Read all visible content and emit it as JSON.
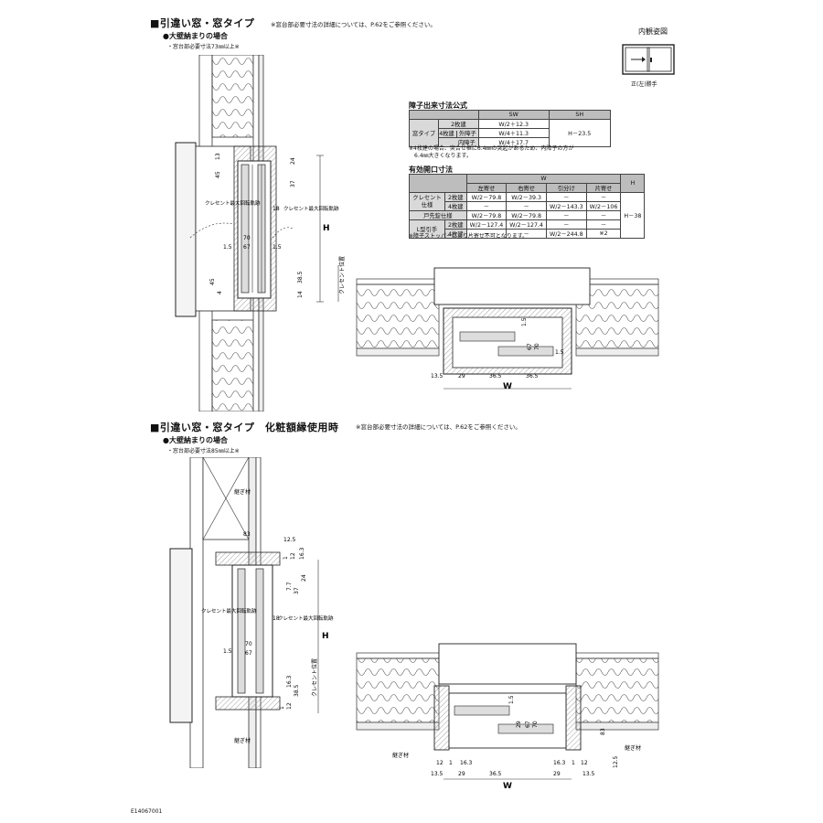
{
  "section1": {
    "title": "■引違い窓・窓タイプ",
    "note": "※窓台部必要寸法の詳細については、P.62をご参照ください。",
    "sub_heading": "●大壁納まりの場合",
    "sub_note": "・窓台部必要寸法73㎜以上※"
  },
  "view": {
    "label": "内観姿図",
    "caption": "正(左)勝手"
  },
  "formula_table": {
    "title": "障子出来寸法公式",
    "headers": [
      "SW",
      "SH"
    ],
    "row_label": "窓タイプ",
    "rows": [
      {
        "type": "2枚建",
        "sub": "",
        "sw": "W/2＋12.3"
      },
      {
        "type": "4枚建",
        "sub": "外障子",
        "sw": "W/4＋11.3"
      },
      {
        "type": "",
        "sub": "内障子",
        "sw": "W/4＋17.7"
      }
    ],
    "sh": "H－23.5",
    "note1": "※4枚建の場合、突合せ框に6.4㎜の突起があるため、内障子の方が",
    "note2": "6.4㎜大きくなります。"
  },
  "opening_table": {
    "title": "有効開口寸法",
    "header_w": "W",
    "header_h": "H",
    "col_headers": [
      "左寄せ",
      "右寄せ",
      "引分け",
      "片寄せ"
    ],
    "rows": [
      {
        "group": "クレセント仕様",
        "type": "2枚建",
        "cells": [
          "W/2－79.8",
          "W/2－39.3",
          "－",
          "－"
        ]
      },
      {
        "group": "",
        "type": "4枚建",
        "cells": [
          "－",
          "－",
          "W/2－143.3",
          "W/2－106"
        ]
      },
      {
        "group": "戸先錠仕様",
        "type": "",
        "cells": [
          "W/2－79.8",
          "W/2－79.8",
          "－",
          "－"
        ]
      },
      {
        "group": "L型引手",
        "type": "2枚建",
        "cells": [
          "W/2－127.4",
          "W/2－127.4",
          "－",
          "－"
        ]
      },
      {
        "group": "",
        "type": "4枚建",
        "cells": [
          "－",
          "－",
          "W/2－244.8",
          "※2"
        ]
      }
    ],
    "h_value": "H－38",
    "note": "※障子ストッパーにより片寄せ不可となります。"
  },
  "section2": {
    "title": "■引違い窓・窓タイプ　化粧額縁使用時",
    "note": "※窓台部必要寸法の詳細については、P.62をご参照ください。",
    "sub_heading": "●大壁納まりの場合",
    "sub_note": "・窓台部必要寸法85㎜以上※"
  },
  "drawing_labels": {
    "crescent_max": "クレセント最大回転軌跡",
    "crescent_pos": "クレセント位置",
    "H": "H",
    "W": "W",
    "joint": "継ぎ材"
  },
  "dims1": {
    "v_top": [
      "13",
      "24",
      "37",
      "45"
    ],
    "v_mid": [
      "1.5",
      "18",
      "1.5"
    ],
    "v_bot": [
      "14",
      "38.5",
      "45",
      "4"
    ],
    "h_mid": [
      "70",
      "67"
    ],
    "plan_bottom": [
      "13.5",
      "29",
      "36.5",
      "36.5"
    ],
    "plan_v": [
      "1.5",
      "29",
      "67",
      "70",
      "1.5"
    ]
  },
  "dims2": {
    "top": [
      "83",
      "12.5",
      "1",
      "12",
      "16.3"
    ],
    "v_top": [
      "7.7",
      "37",
      "24"
    ],
    "v_mid": [
      "18",
      "1.5"
    ],
    "h_mid": [
      "70",
      "67"
    ],
    "v_bot": [
      "16.3",
      "38.5",
      "12",
      "1"
    ],
    "plan_bottom1": [
      "12",
      "1",
      "16.3",
      "16.3",
      "1",
      "12"
    ],
    "plan_bottom2": [
      "13.5",
      "29",
      "36.5",
      "29",
      "13.5"
    ],
    "plan_v": [
      "1.5",
      "29",
      "67",
      "70",
      "83",
      "12.5"
    ]
  },
  "footer": {
    "code": "E14067001"
  }
}
